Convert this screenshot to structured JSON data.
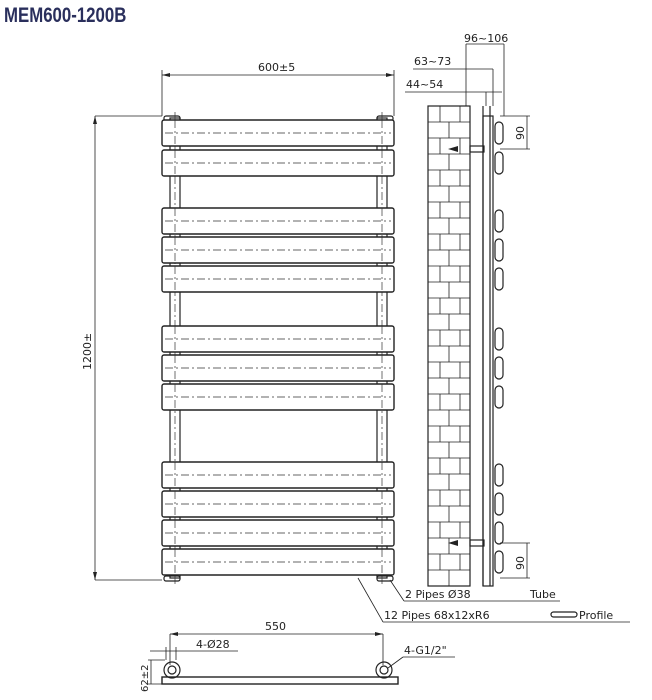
{
  "title": "MEM600-1200B",
  "dimensions": {
    "width": "600±5",
    "height": "1200±",
    "depth_max": "96~106",
    "depth_mid": "63~73",
    "depth_min": "44~54",
    "bracket_top": "90",
    "bracket_bottom": "90",
    "pipe_centres": "550",
    "pipe_diameter": "4-Ø28",
    "base_height": "62±2",
    "valve": "4-G1/2\""
  },
  "labels": {
    "tube": "2  Pipes  Ø38",
    "tube_type": "Tube",
    "profile": "12  Pipes  68x12xR6",
    "profile_type": "Profile"
  },
  "line_color": "#222222",
  "title_color": "#2a2f5c"
}
